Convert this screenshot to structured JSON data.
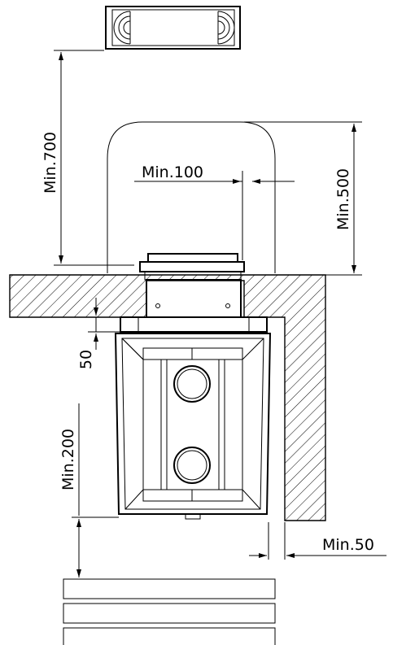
{
  "dimensions": {
    "min_700": "Min.700",
    "min_500": "Min.500",
    "min_100": "Min.100",
    "gap_50": "50",
    "min_200": "Min.200",
    "min_50": "Min.50"
  }
}
